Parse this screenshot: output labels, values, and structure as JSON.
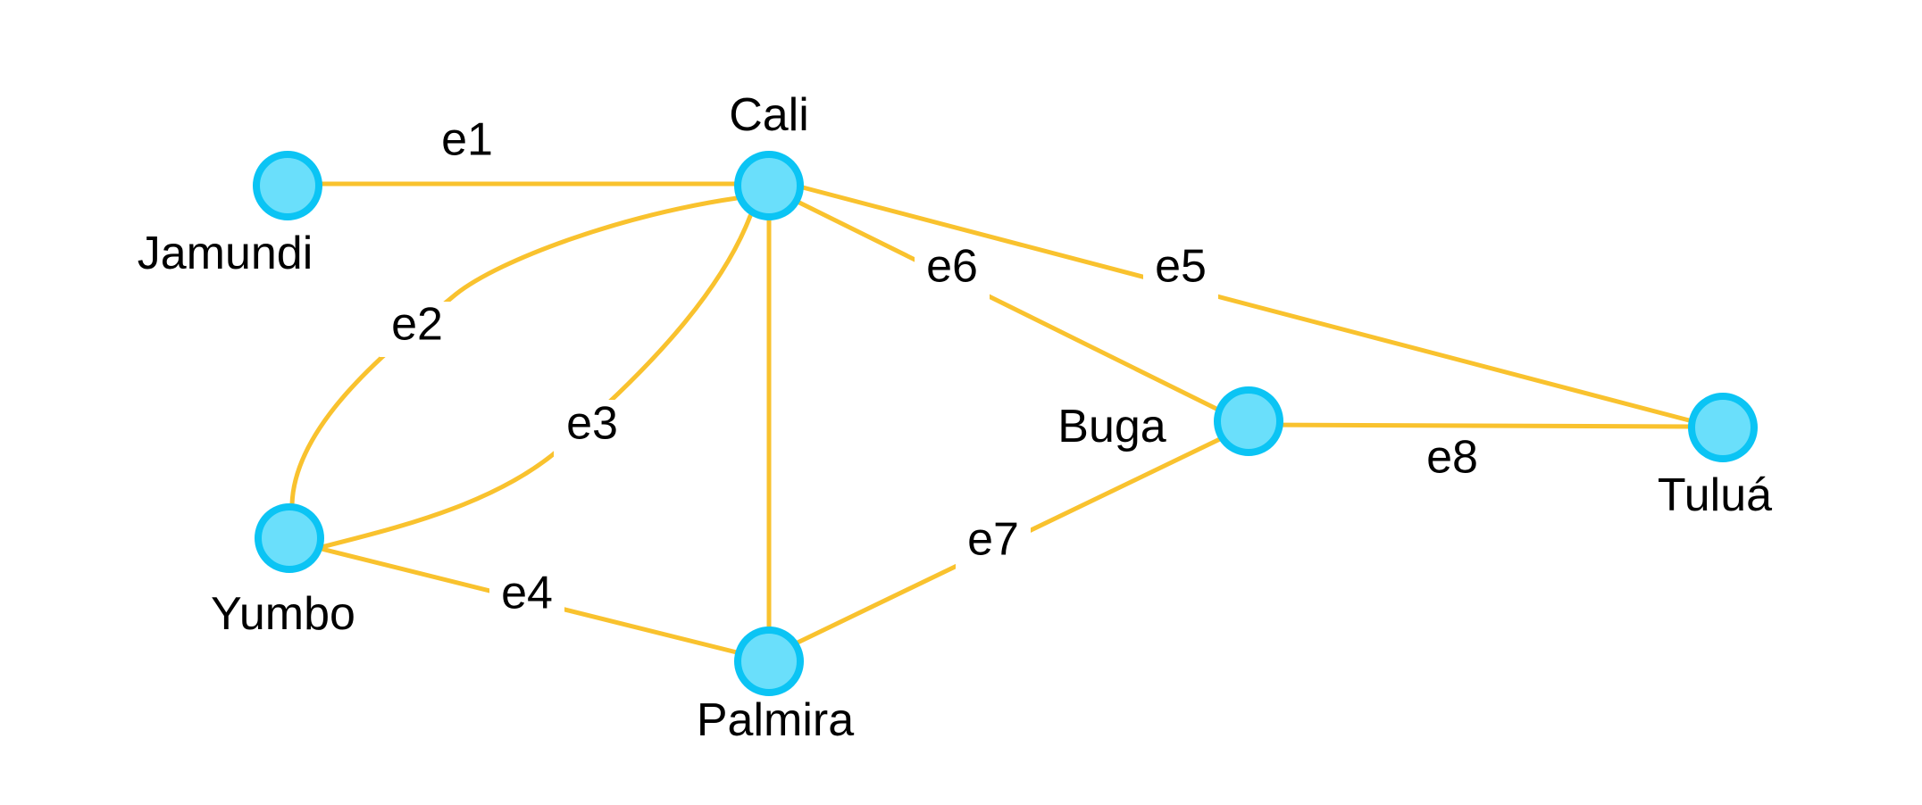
{
  "colors": {
    "edge": "#F9C22E",
    "node_fill": "#6ADFFB",
    "node_stroke": "#0BC4F4",
    "label_text": "#000000",
    "background": "#FFFFFF"
  },
  "nodes": [
    {
      "id": "jamundi",
      "label": "Jamundi"
    },
    {
      "id": "cali",
      "label": "Cali"
    },
    {
      "id": "yumbo",
      "label": "Yumbo"
    },
    {
      "id": "palmira",
      "label": "Palmira"
    },
    {
      "id": "buga",
      "label": "Buga"
    },
    {
      "id": "tulua",
      "label": "Tuluá"
    }
  ],
  "edges": [
    {
      "id": "e1",
      "label": "e1",
      "from": "jamundi",
      "to": "cali"
    },
    {
      "id": "e2",
      "label": "e2",
      "from": "cali",
      "to": "yumbo"
    },
    {
      "id": "e3",
      "label": "e3",
      "from": "cali",
      "to": "yumbo"
    },
    {
      "id": "e4",
      "label": "e4",
      "from": "yumbo",
      "to": "palmira"
    },
    {
      "id": "e5",
      "label": "e5",
      "from": "cali",
      "to": "tulua"
    },
    {
      "id": "e6",
      "label": "e6",
      "from": "cali",
      "to": "buga"
    },
    {
      "id": "e7",
      "label": "e7",
      "from": "palmira",
      "to": "buga"
    },
    {
      "id": "e8",
      "label": "e8",
      "from": "buga",
      "to": "tulua"
    },
    {
      "id": "e9",
      "label": "",
      "from": "cali",
      "to": "palmira"
    }
  ]
}
